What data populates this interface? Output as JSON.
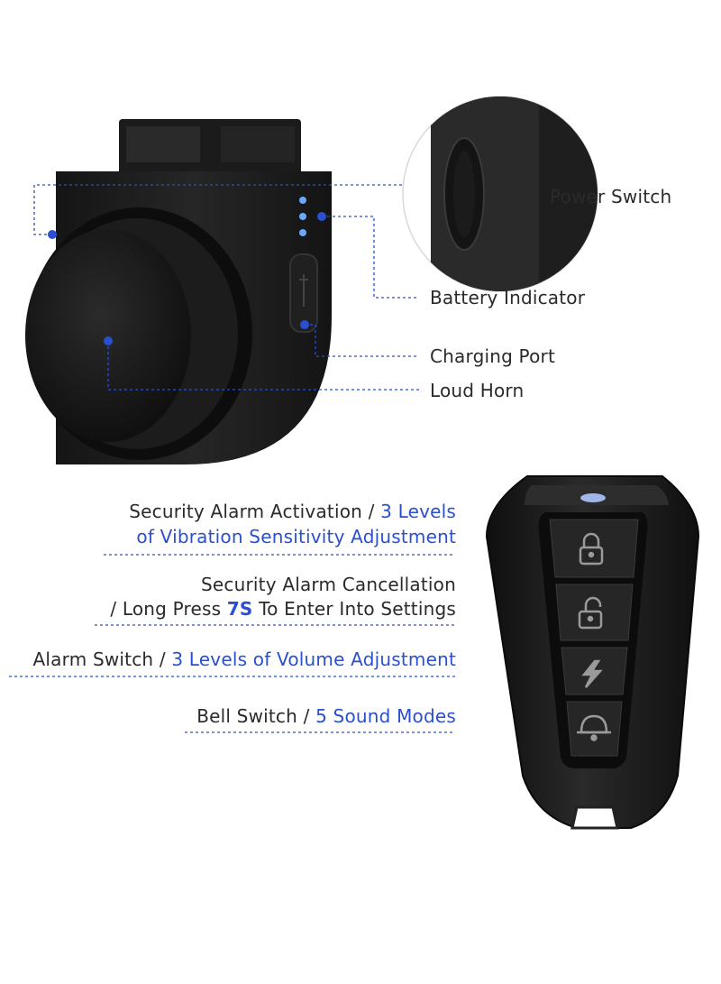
{
  "colors": {
    "accent": "#2a4fd0",
    "device_body": "#1a1a1a",
    "label_text": "#2a2a2a"
  },
  "alarm_labels": {
    "power_switch": "Power Switch",
    "battery_indicator": "Battery Indicator",
    "charging_port": "Charging Port",
    "loud_horn": "Loud Horn"
  },
  "remote_labels": {
    "activation": {
      "line1_prefix": "Security Alarm Activation / ",
      "line1_highlight": "3 Levels",
      "line2": "of Vibration Sensitivity Adjustment"
    },
    "cancellation": {
      "line1": "Security Alarm Cancellation",
      "line2_prefix": "/ Long Press ",
      "line2_highlight": "7S",
      "line2_suffix": " To Enter Into Settings"
    },
    "alarm_switch": {
      "prefix": "Alarm Switch / ",
      "highlight": "3 Levels",
      "suffix": " of Volume Adjustment"
    },
    "bell_switch": {
      "prefix": "Bell Switch / ",
      "highlight": "5 Sound Modes"
    }
  },
  "icons": [
    "lock-icon",
    "unlock-icon",
    "lightning-icon",
    "bell-icon",
    "battery-led-icon",
    "usb-icon"
  ]
}
